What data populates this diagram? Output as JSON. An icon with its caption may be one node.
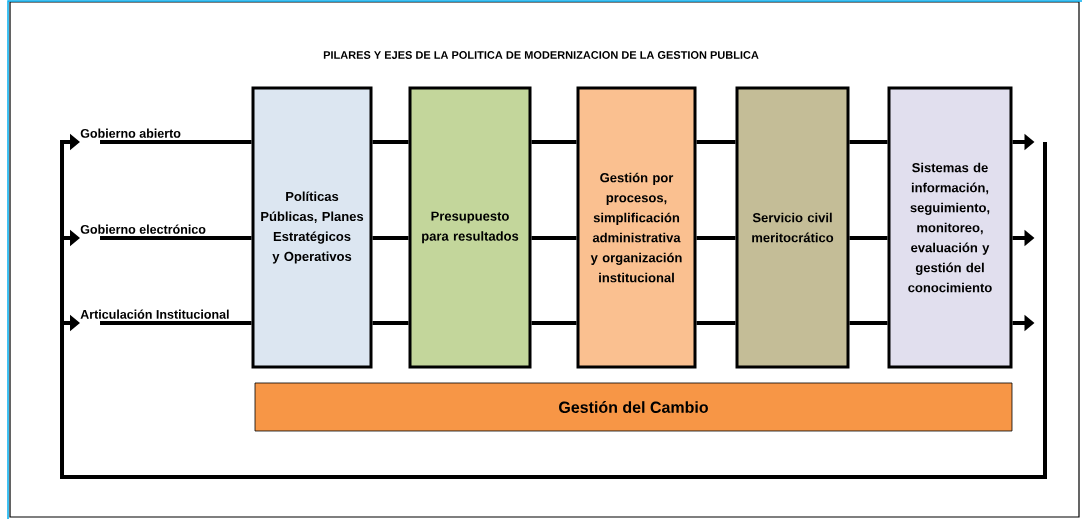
{
  "diagram": {
    "title": "PILARES Y EJES DE LA POLITICA DE MODERNIZACION DE LA GESTION PUBLICA",
    "nodes": [
      {
        "text": [
          "Gobierno abierto"
        ]
      },
      {
        "text": [
          "Gobierno electrónico"
        ]
      },
      {
        "text": [
          "Articulación Institucional"
        ]
      },
      {
        "text": [
          "Políticas Públicas, Planes Estratégicos y Operativos"
        ]
      },
      {
        "text": [
          "Presupuesto para resultados"
        ]
      },
      {
        "text": [
          "Gestión por procesos, simplificación administrativa y organización institucional"
        ]
      },
      {
        "text": [
          "Servicio civil meritocrático"
        ]
      },
      {
        "text": [
          "Sistemas de información, seguimiento, monitoreo, evaluación y gestión del conocimiento"
        ]
      },
      {
        "text": [
          "Gestión del Cambio"
        ]
      }
    ],
    "edges": [
      {
        "from": 0,
        "to": 3,
        "arrow": "none"
      },
      {
        "from": 1,
        "to": 3,
        "arrow": "none"
      },
      {
        "from": 2,
        "to": 3,
        "arrow": "none"
      },
      {
        "from": 3,
        "to": 4,
        "arrow": "none"
      },
      {
        "from": 3,
        "to": 4,
        "arrow": "none"
      },
      {
        "from": 3,
        "to": 4,
        "arrow": "none"
      },
      {
        "from": 4,
        "to": 5,
        "arrow": "none"
      },
      {
        "from": 4,
        "to": 5,
        "arrow": "none"
      },
      {
        "from": 4,
        "to": 5,
        "arrow": "none"
      },
      {
        "from": 5,
        "to": 6,
        "arrow": "none"
      },
      {
        "from": 5,
        "to": 6,
        "arrow": "none"
      },
      {
        "from": 5,
        "to": 6,
        "arrow": "none"
      },
      {
        "from": 6,
        "to": 7,
        "arrow": "none"
      },
      {
        "from": 6,
        "to": 7,
        "arrow": "none"
      },
      {
        "from": 6,
        "to": 7,
        "arrow": "none"
      },
      {
        "from": 7,
        "to": null,
        "arrow": "to"
      },
      {
        "from": 7,
        "to": null,
        "arrow": "to"
      },
      {
        "from": 7,
        "to": null,
        "arrow": "to"
      },
      {
        "from": null,
        "to": 0,
        "arrow": "to"
      },
      {
        "from": null,
        "to": 1,
        "arrow": "to"
      },
      {
        "from": null,
        "to": 2,
        "arrow": "to"
      }
    ]
  }
}
